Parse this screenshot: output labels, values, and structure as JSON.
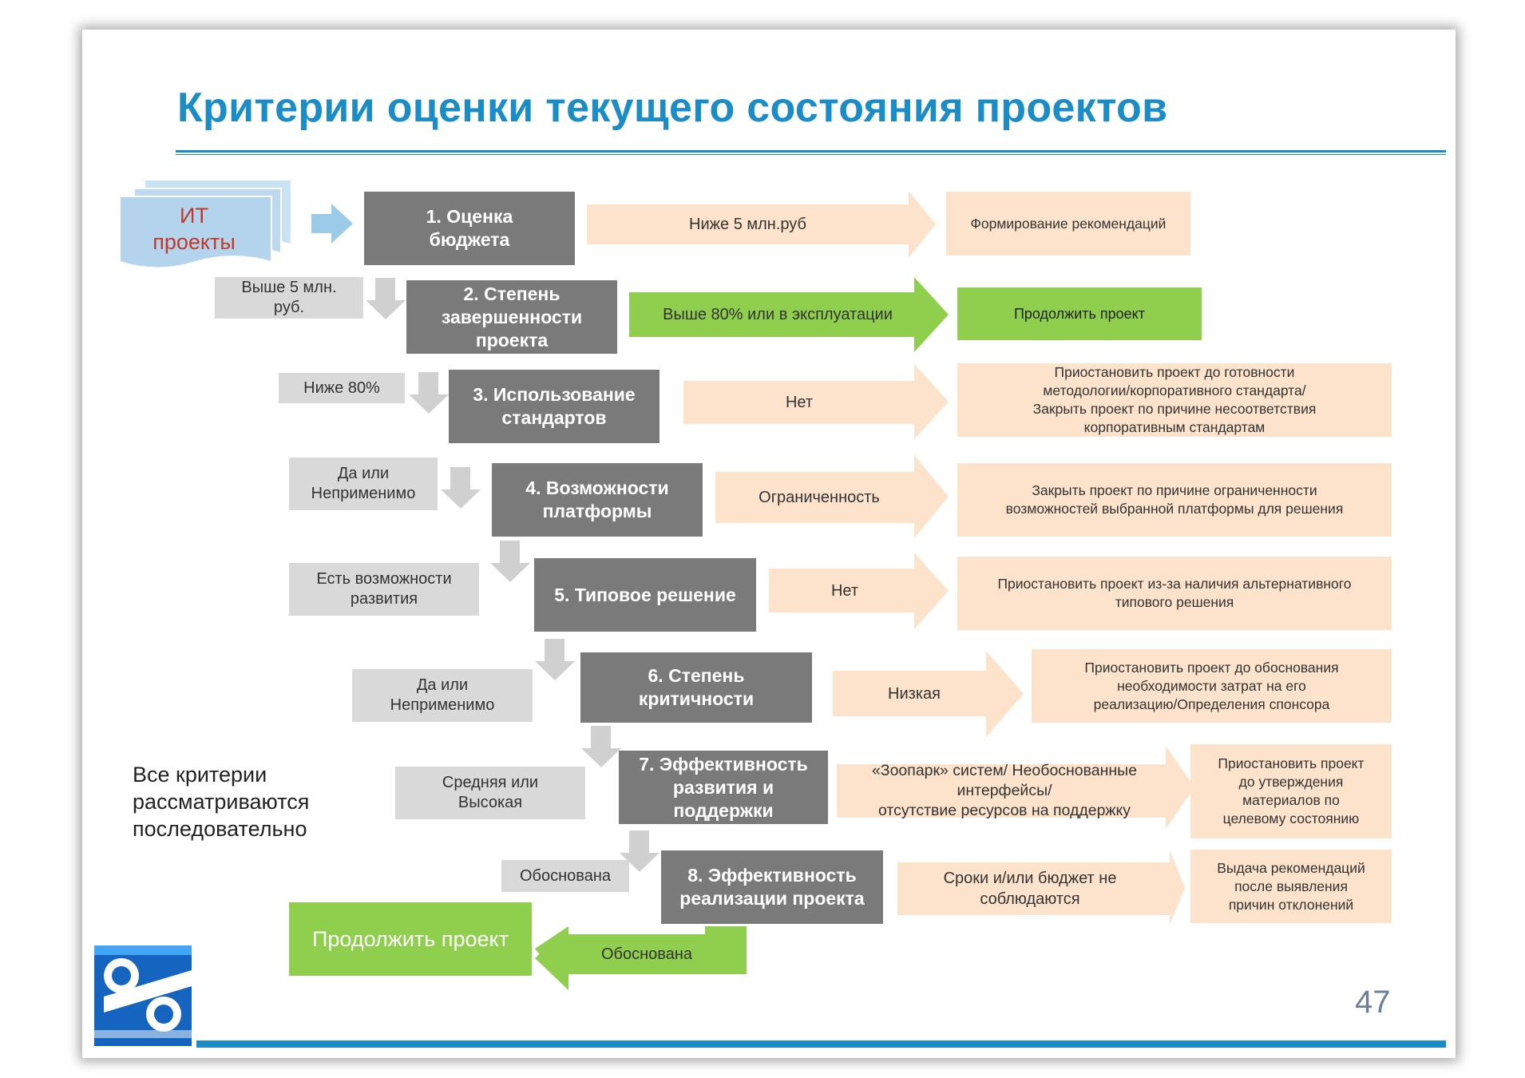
{
  "title": "Критерии оценки текущего состояния проектов",
  "start": "ИТ\nпроекты",
  "steps": [
    "1. Оценка\nбюджета",
    "2. Степень\nзавершенности\nпроекта",
    "3. Использование\nстандартов",
    "4. Возможности\nплатформы",
    "5. Типовое  решение",
    "6. Степень\nкритичности",
    "7. Эффективность\nразвития и\nподдержки",
    "8. Эффективность\nреализации проекта"
  ],
  "continue_conditions": [
    "Выше 5 млн.\nруб.",
    "Ниже 80%",
    "Да или\nНеприменимо",
    "Есть возможности\nразвития",
    "Да или\nНеприменимо",
    "Средняя или\nВысокая",
    "Обоснована"
  ],
  "exit_conditions": [
    "Ниже 5 млн.руб",
    "Выше 80% или в эксплуатации",
    "Нет",
    "Ограниченность",
    "Нет",
    "Низкая",
    "«Зоопарк» систем/ Необоснованные\nинтерфейсы/\nотсутствие ресурсов на поддержку",
    "Сроки и/или бюджет не\nсоблюдаются"
  ],
  "results": [
    "Формирование рекомендаций",
    "Продолжить проект",
    "Приостановить проект до готовности\nметодологии/корпоративного стандарта/\nЗакрыть проект по причине несоответствия\nкорпоративным стандартам",
    "Закрыть проект по причине ограниченности\nвозможностей выбранной платформы для решения",
    "Приостановить проект  из-за наличия альтернативного\nтипового решения",
    "Приостановить проект до обоснования\nнеобходимости затрат на его\nреализацию/Определения спонсора",
    "Приостановить проект\nдо утверждения\nматериалов по\nцелевому состоянию",
    "Выдача  рекомендаций\nпосле выявления\nпричин отклонений"
  ],
  "final_condition": "Обоснована",
  "final_result": "Продолжить проект",
  "note": "Все критерии\nрассматриваются\nпоследовательно",
  "page_number": "47",
  "colors": {
    "title": "#1a8cc8",
    "step": "#7a7a7a",
    "condition": "#d9d9d9",
    "result": "#fde3cc",
    "green": "#8fcf4d",
    "start": "#bcd9ef",
    "start_text": "#c0392b"
  }
}
